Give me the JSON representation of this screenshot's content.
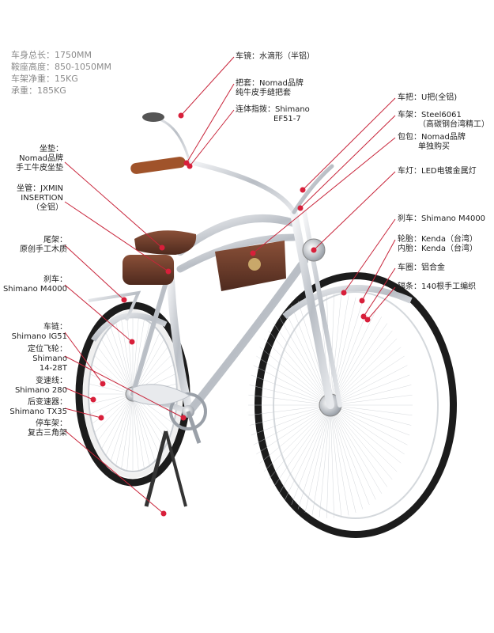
{
  "specs": [
    "车身总长：1750MM",
    "鞍座高度：850-1050MM",
    "车架净重：15KG",
    "承重：185KG"
  ],
  "labels_left": {
    "saddle": [
      "坐垫：",
      "Nomad品牌",
      "手工牛皮坐垫"
    ],
    "seatpost": [
      "坐管：JXMIN",
      "INSERTION",
      "（全铝）"
    ],
    "rack": [
      "尾架：",
      "原创手工木质"
    ],
    "brake_rear": [
      "刹车：",
      "Shimano M4000"
    ],
    "chain": [
      "车链：",
      "Shimano IG51"
    ],
    "freewheel": [
      "定位飞轮：",
      "Shimano",
      "14-28T"
    ],
    "shift_cable": [
      "变速线：",
      "Shimano 280"
    ],
    "derailleur": [
      "后变速器：",
      "Shimano TX35"
    ],
    "kickstand": [
      "停车架：",
      "复古三角架"
    ]
  },
  "labels_right": {
    "mirror": [
      "车镜：水滴形（半铝）"
    ],
    "grips": [
      "把套：Nomad品牌",
      "纯牛皮手缝把套"
    ],
    "shifter": [
      "连体指拨：Shimano",
      "EF51-7"
    ],
    "handlebar": [
      "车把：U把(全铝)"
    ],
    "frame": [
      "车架：Steel6061",
      "（高碳钢台湾精工）"
    ],
    "bag": [
      "包包：Nomad品牌",
      "单独购买"
    ],
    "light": [
      "车灯：LED电镀金属灯"
    ],
    "brake_front": [
      "刹车：Shimano M4000"
    ],
    "tire": [
      "轮胎：Kenda（台湾）",
      "内胎：Kenda（台湾）"
    ],
    "rim": [
      "车圈：铝合金"
    ],
    "spokes": [
      "辐条：140根手工编织"
    ]
  },
  "colors": {
    "leader": "#c8243a",
    "dot": "#d81f3a",
    "chrome": "#c9cdd2",
    "tire": "#1c1c1c",
    "leather": "#6b3a2a"
  }
}
